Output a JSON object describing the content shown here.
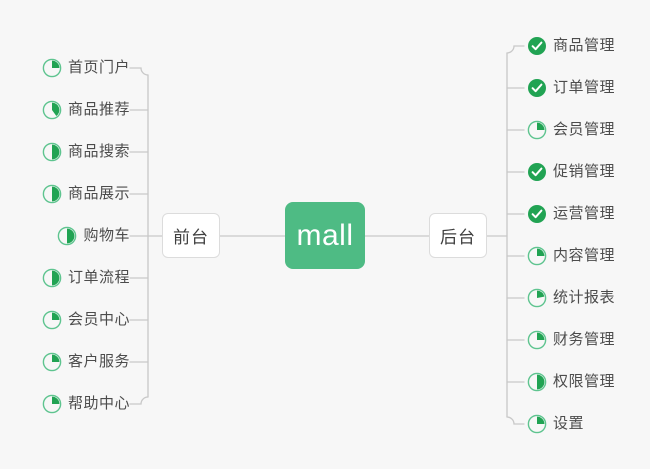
{
  "diagram": {
    "title_node": {
      "label": "mall",
      "color": "#4ebb84",
      "text_color": "#ffffff"
    },
    "branches": [
      {
        "label": "前台",
        "side": "left"
      },
      {
        "label": "后台",
        "side": "right"
      }
    ],
    "colors": {
      "background": "#f7f7f7",
      "accent_green": "#4ebb84",
      "done_green": "#21a353",
      "pie_outline": "#5ec48f",
      "connector": "#c8c8c8",
      "text": "#4c4c4c"
    },
    "left_items": [
      {
        "label": "首页门户",
        "status": "pie",
        "progress": 25
      },
      {
        "label": "商品推荐",
        "status": "pie",
        "progress": 40
      },
      {
        "label": "商品搜索",
        "status": "pie",
        "progress": 50
      },
      {
        "label": "商品展示",
        "status": "pie",
        "progress": 50
      },
      {
        "label": "购物车",
        "status": "pie",
        "progress": 50
      },
      {
        "label": "订单流程",
        "status": "pie",
        "progress": 50
      },
      {
        "label": "会员中心",
        "status": "pie",
        "progress": 25
      },
      {
        "label": "客户服务",
        "status": "pie",
        "progress": 25
      },
      {
        "label": "帮助中心",
        "status": "pie",
        "progress": 25
      }
    ],
    "right_items": [
      {
        "label": "商品管理",
        "status": "done",
        "progress": 100
      },
      {
        "label": "订单管理",
        "status": "done",
        "progress": 100
      },
      {
        "label": "会员管理",
        "status": "pie",
        "progress": 25
      },
      {
        "label": "促销管理",
        "status": "done",
        "progress": 100
      },
      {
        "label": "运营管理",
        "status": "done",
        "progress": 100
      },
      {
        "label": "内容管理",
        "status": "pie",
        "progress": 25
      },
      {
        "label": "统计报表",
        "status": "pie",
        "progress": 22
      },
      {
        "label": "财务管理",
        "status": "pie",
        "progress": 25
      },
      {
        "label": "权限管理",
        "status": "pie",
        "progress": 50
      },
      {
        "label": "设置",
        "status": "pie",
        "progress": 25
      }
    ]
  }
}
